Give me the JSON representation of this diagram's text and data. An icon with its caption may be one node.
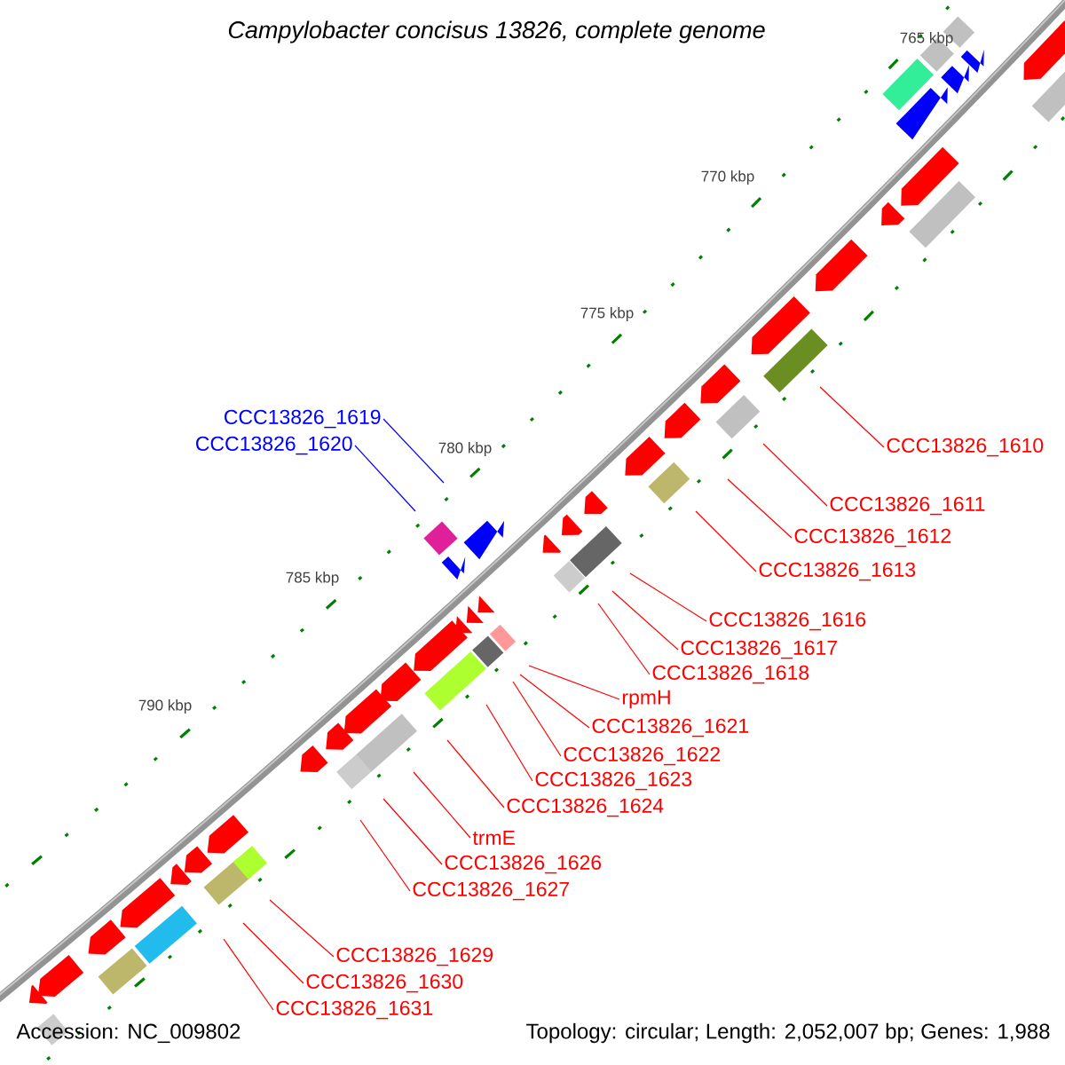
{
  "diagram": {
    "title": "Campylobacter concisus 13826, complete genome",
    "nodes": [
      {
        "text": [
          "CCC13826_1619"
        ]
      },
      {
        "text": [
          "CCC13826_1620"
        ]
      },
      {
        "text": [
          "CCC13826_1610"
        ]
      },
      {
        "text": [
          "CCC13826_1611"
        ]
      },
      {
        "text": [
          "CCC13826_1612"
        ]
      },
      {
        "text": [
          "CCC13826_1613"
        ]
      },
      {
        "text": [
          "CCC13826_1616"
        ]
      },
      {
        "text": [
          "CCC13826_1617"
        ]
      },
      {
        "text": [
          "CCC13826_1618"
        ]
      },
      {
        "text": [
          "rpmH"
        ]
      },
      {
        "text": [
          "CCC13826_1621"
        ]
      },
      {
        "text": [
          "CCC13826_1622"
        ]
      },
      {
        "text": [
          "CCC13826_1623"
        ]
      },
      {
        "text": [
          "CCC13826_1624"
        ]
      },
      {
        "text": [
          "trmE"
        ]
      },
      {
        "text": [
          "CCC13826_1626"
        ]
      },
      {
        "text": [
          "CCC13826_1627"
        ]
      },
      {
        "text": [
          "CCC13826_1629"
        ]
      },
      {
        "text": [
          "CCC13826_1630"
        ]
      },
      {
        "text": [
          "CCC13826_1631"
        ]
      }
    ],
    "edges": [
      {
        "from": 0,
        "to": null,
        "arrow": "none",
        "color": "#0000ff"
      },
      {
        "from": 1,
        "to": null,
        "arrow": "none",
        "color": "#0000ff"
      },
      {
        "from": 2,
        "to": null,
        "arrow": "none"
      },
      {
        "from": 3,
        "to": null,
        "arrow": "none"
      },
      {
        "from": 4,
        "to": null,
        "arrow": "none"
      },
      {
        "from": 5,
        "to": null,
        "arrow": "none"
      },
      {
        "from": 6,
        "to": null,
        "arrow": "none"
      },
      {
        "from": 7,
        "to": null,
        "arrow": "none"
      },
      {
        "from": 8,
        "to": null,
        "arrow": "none"
      },
      {
        "from": 9,
        "to": null,
        "arrow": "none"
      },
      {
        "from": 10,
        "to": null,
        "arrow": "none"
      },
      {
        "from": 11,
        "to": null,
        "arrow": "none"
      },
      {
        "from": 12,
        "to": null,
        "arrow": "none"
      },
      {
        "from": 13,
        "to": null,
        "arrow": "none"
      },
      {
        "from": 14,
        "to": null,
        "arrow": "none"
      },
      {
        "from": 15,
        "to": null,
        "arrow": "none"
      },
      {
        "from": 16,
        "to": null,
        "arrow": "none"
      },
      {
        "from": 17,
        "to": null,
        "arrow": "none"
      },
      {
        "from": 18,
        "to": null,
        "arrow": "none"
      },
      {
        "from": 19,
        "to": null,
        "arrow": "none"
      }
    ],
    "labels": [
      "765 kbp",
      "770 kbp",
      "775 kbp",
      "780 kbp",
      "785 kbp",
      "790 kbp",
      "Accession: NC_009802",
      "Topology: circular; Length: 2,052,007 bp; Genes: 1,988"
    ]
  }
}
